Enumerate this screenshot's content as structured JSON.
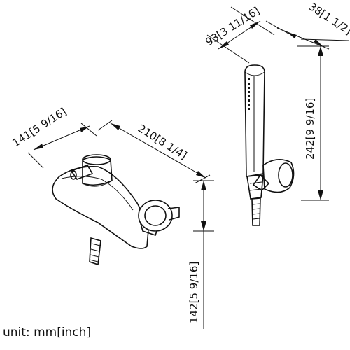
{
  "dimensions": {
    "hand_shower_length": "93[3 11/16]",
    "hand_shower_diameter": "38[1 1/2]",
    "hand_shower_height": "242[9 9/16]",
    "mixer_depth": "141[5 9/16]",
    "mixer_width": "210[8 1/4]",
    "mixer_height": "142[5 9/16]"
  },
  "unit_label": "unit: mm[inch]"
}
